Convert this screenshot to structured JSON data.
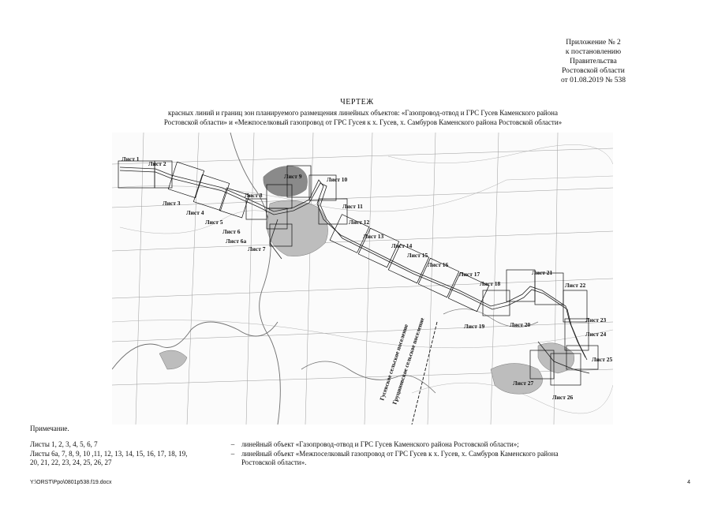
{
  "appendix": {
    "line1": "Приложение № 2",
    "line2": "к постановлению",
    "line3": "Правительства",
    "line4": "Ростовской области",
    "line5": "от 01.08.2019 № 538"
  },
  "title": "ЧЕРТЕЖ",
  "subtitle_line1": "красных линий и границ зон планируемого размещения линейных объектов: «Газопровод-отвод и ГРС Гусев Каменского района",
  "subtitle_line2": "Ростовской области» и «Межпоселковый газопровод от ГРС Гусея к х. Гусев, х. Самбуров Каменского района Ростовской области»",
  "map": {
    "sheets": [
      "Лист 1",
      "Лист 2",
      "Лист 3",
      "Лист 4",
      "Лист 5",
      "Лист 6",
      "Лист 6а",
      "Лист 7",
      "Лист 8",
      "Лист 9",
      "Лист 10",
      "Лист 11",
      "Лист 12",
      "Лист 13",
      "Лист 14",
      "Лист 15",
      "Лист 16",
      "Лист 17",
      "Лист 18",
      "Лист 19",
      "Лист 20",
      "Лист 21",
      "Лист 22",
      "Лист 23",
      "Лист 24",
      "Лист 25",
      "Лист 26",
      "Лист 27"
    ],
    "boundary_1": "Гусевское сельское поселение",
    "boundary_2": "Груциновское сельское поселение"
  },
  "notes": {
    "title": "Примечание.",
    "row1_sheets": "Листы 1, 2, 3, 4, 5, 6, 7",
    "row1_dash": "–",
    "row1_desc": "линейный объект «Газопровод-отвод и ГРС Гусев Каменского района Ростовской области»;",
    "row2_sheets_line1": "Листы 6а, 7, 8, 9, 10 ,11, 12, 13, 14, 15, 16, 17, 18, 19,",
    "row2_sheets_line2": "20, 21, 22, 23, 24, 25, 26, 27",
    "row2_dash": "–",
    "row2_desc_line1": "линейный объект «Межпоселковый газопровод от ГРС Гусев к х. Гусев, х. Самбуров Каменского района",
    "row2_desc_line2": "Ростовской области»."
  },
  "footer": {
    "path": "Y:\\ORST\\Ppo\\0801p538.f19.docx",
    "page": "4"
  }
}
